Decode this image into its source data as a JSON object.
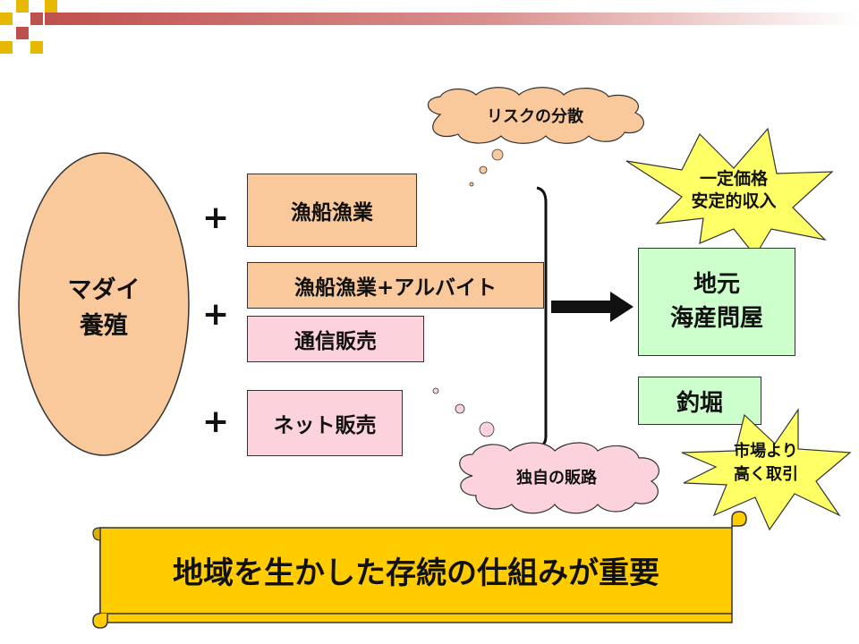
{
  "colors": {
    "peach": "#f9c89b",
    "pink": "#fcd3dc",
    "green": "#ccffcc",
    "yellow": "#ffff66",
    "banner": "#ffcc00",
    "title_bar": "#c0504d"
  },
  "source": {
    "label_line1": "マダイ",
    "label_line2": "養殖"
  },
  "plus_signs": [
    "+",
    "+",
    "+"
  ],
  "options": {
    "fishing": "漁船漁業",
    "fishing_parttime": "漁船漁業+アルバイト",
    "mail_order": "通信販売",
    "online": "ネット販売"
  },
  "destinations": {
    "wholesale_line1": "地元",
    "wholesale_line2": "海産問屋",
    "fishing_pond": "釣堀"
  },
  "clouds": {
    "top": "リスクの分散",
    "bottom": "独自の販路"
  },
  "bursts": {
    "top_line1": "一定価格",
    "top_line2": "安定的収入",
    "bottom_line1": "市場より",
    "bottom_line2": "高く取引"
  },
  "banner": {
    "text": "地域を生かした存続の仕組みが重要"
  }
}
